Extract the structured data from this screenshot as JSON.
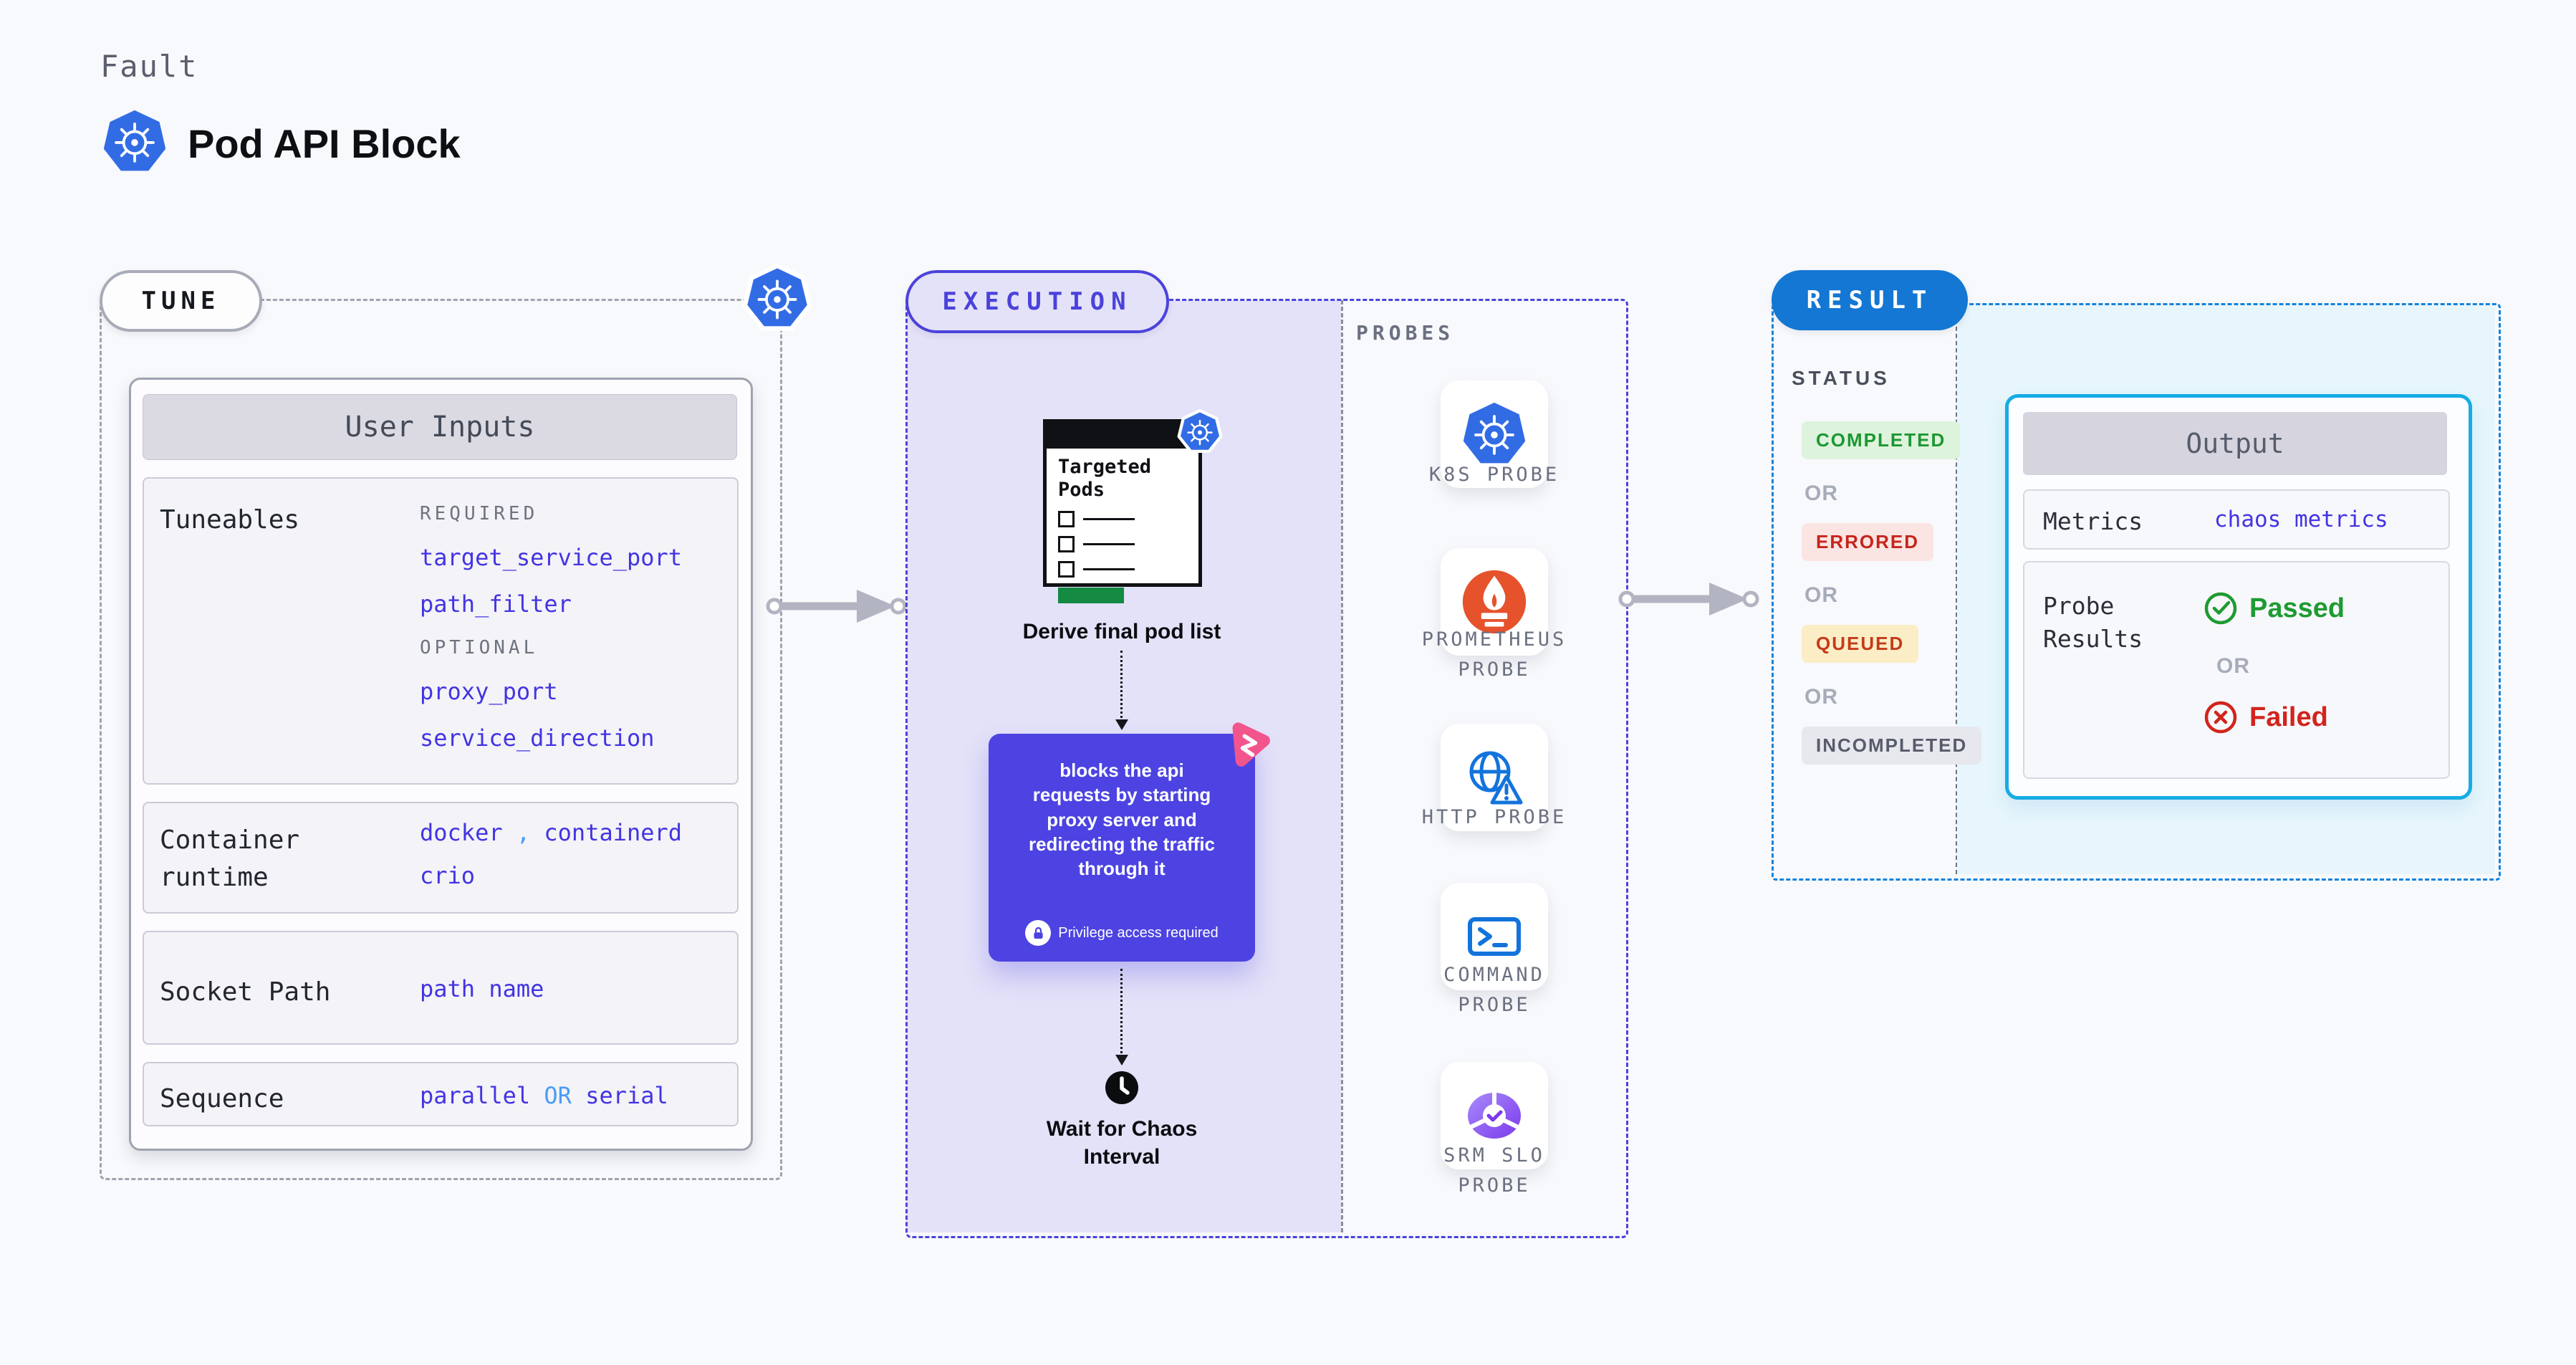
{
  "header": {
    "eyebrow": "Fault",
    "title": "Pod API Block",
    "icon": "kubernetes-icon"
  },
  "tune": {
    "pill_label": "TUNE",
    "user_inputs": {
      "header": "User Inputs",
      "tuneables": {
        "label": "Tuneables",
        "required_heading": "REQUIRED",
        "required_items": [
          "target_service_port",
          "path_filter"
        ],
        "optional_heading": "OPTIONAL",
        "optional_items": [
          "proxy_port",
          "service_direction"
        ]
      },
      "container_runtime": {
        "label": "Container runtime",
        "values": [
          "docker",
          "containerd",
          "crio"
        ],
        "separator": ","
      },
      "socket_path": {
        "label": "Socket Path",
        "value": "path name"
      },
      "sequence": {
        "label": "Sequence",
        "option_a": "parallel",
        "conjunction": "OR",
        "option_b": "serial"
      }
    }
  },
  "execution": {
    "pill_label": "EXECUTION",
    "targeted_pods_title": "Targeted Pods",
    "derive_label": "Derive final pod list",
    "description_lines": [
      "blocks the api",
      "requests by starting",
      "proxy server and",
      "redirecting the traffic",
      "through it"
    ],
    "privilege_note": "Privilege access required",
    "wait_lines": [
      "Wait for Chaos",
      "Interval"
    ]
  },
  "probes": {
    "heading": "PROBES",
    "items": [
      {
        "label": "K8S PROBE",
        "icon": "kubernetes-icon"
      },
      {
        "label": "PROMETHEUS PROBE",
        "icon": "prometheus-icon"
      },
      {
        "label": "HTTP PROBE",
        "icon": "http-globe-warning-icon"
      },
      {
        "label": "COMMAND PROBE",
        "icon": "terminal-icon"
      },
      {
        "label": "SRM SLO PROBE",
        "icon": "slo-pie-check-icon"
      }
    ]
  },
  "result": {
    "pill_label": "RESULT",
    "status_heading": "STATUS",
    "or_label": "OR",
    "statuses": [
      {
        "label": "COMPLETED",
        "bg": "#DDF3DC",
        "color": "#1D9733"
      },
      {
        "label": "ERRORED",
        "bg": "#FBE5E3",
        "color": "#C6251C"
      },
      {
        "label": "QUEUED",
        "bg": "#FBEEC6",
        "color": "#C53A1A"
      },
      {
        "label": "INCOMPLETED",
        "bg": "#E7E7EE",
        "color": "#575C6B"
      }
    ],
    "output": {
      "header": "Output",
      "metrics_label": "Metrics",
      "metrics_value": "chaos metrics",
      "probe_results_label": "Probe Results",
      "passed_label": "Passed",
      "or_label": "OR",
      "failed_label": "Failed"
    }
  },
  "colors": {
    "accent_indigo": "#4B42DB",
    "accent_blue": "#1377D3",
    "accent_cyan": "#17ABE3",
    "code_indigo": "#4334E2",
    "code_blue": "#4B9BF5",
    "passed_green": "#1E9B31",
    "failed_red": "#D2241C",
    "litmus_pink": "#F2558C",
    "kubernetes_blue": "#326CE5",
    "prometheus_orange": "#E6522C"
  }
}
